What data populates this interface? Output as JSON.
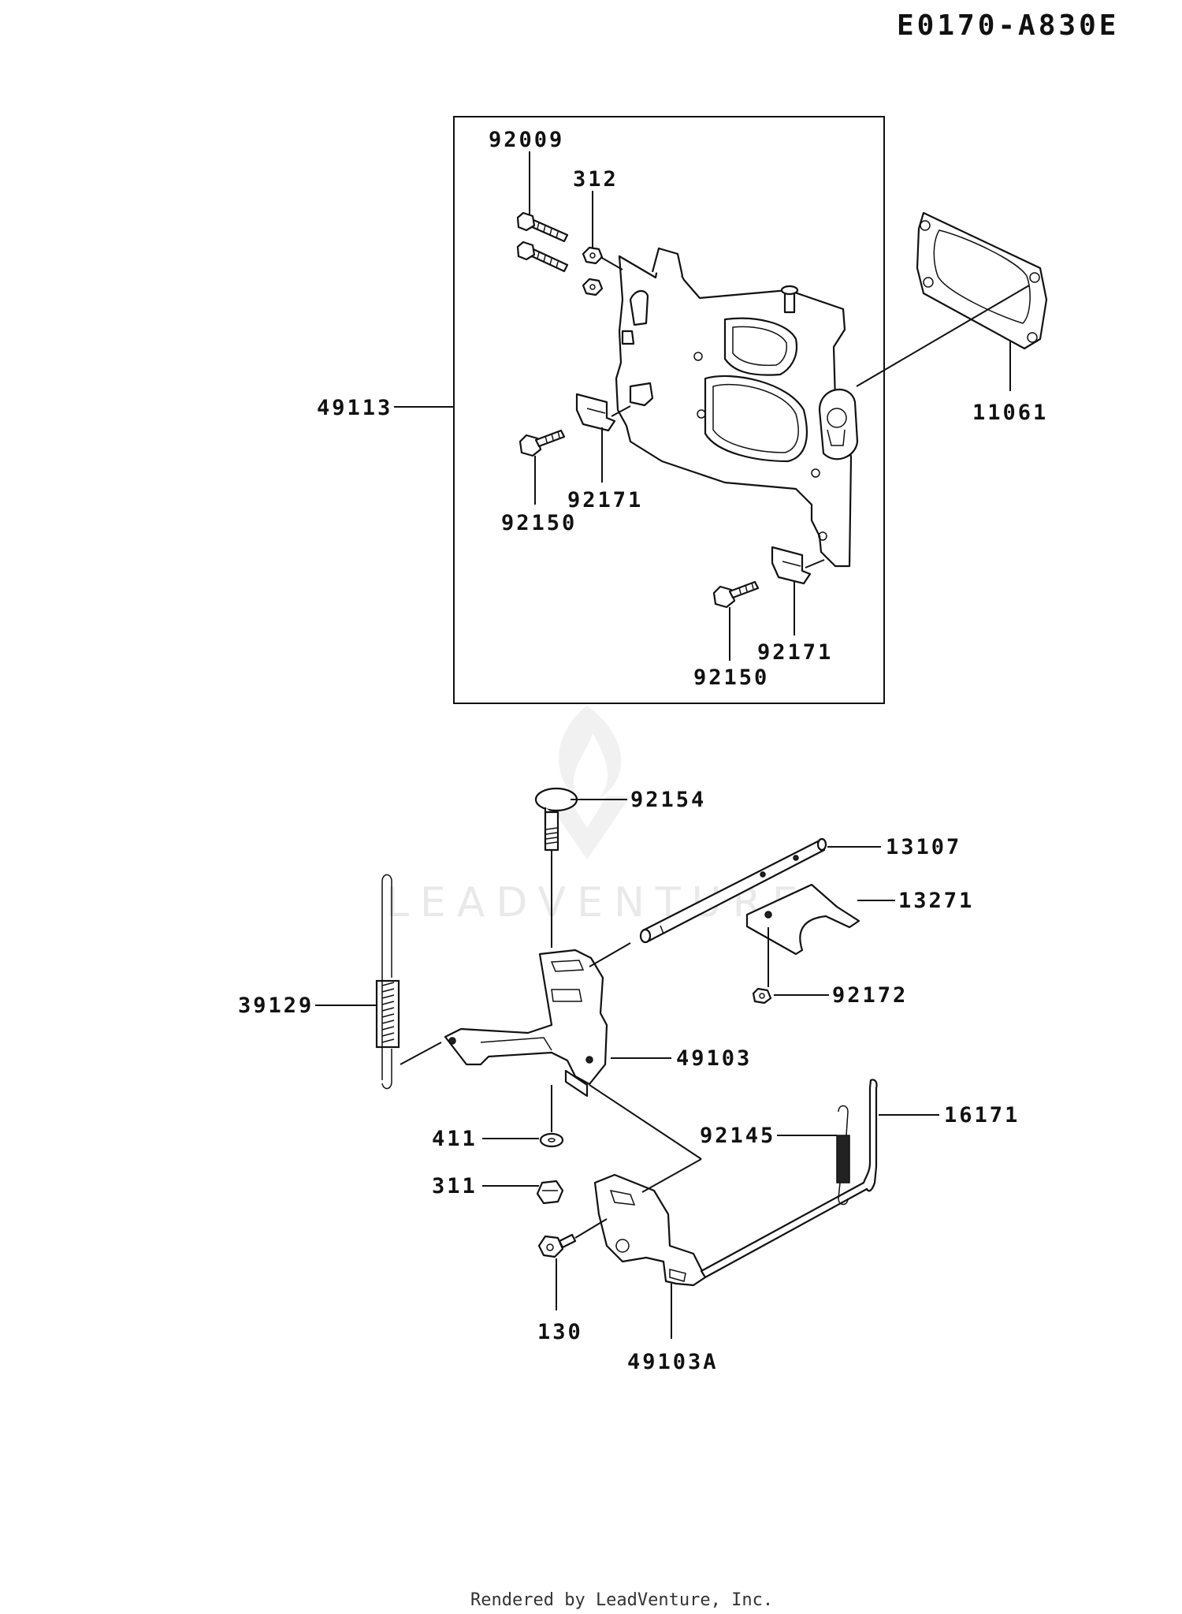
{
  "diagram_code": "E0170-A830E",
  "watermark": "LEADVENTURE",
  "footer": "Rendered by LeadVenture, Inc.",
  "callouts": {
    "p92009": "92009",
    "p312": "312",
    "p49113": "49113",
    "p11061": "11061",
    "p92171a": "92171",
    "p92150a": "92150",
    "p92171b": "92171",
    "p92150b": "92150",
    "p92154": "92154",
    "p13107": "13107",
    "p13271": "13271",
    "p39129": "39129",
    "p92172": "92172",
    "p49103": "49103",
    "p16171": "16171",
    "p411": "411",
    "p92145": "92145",
    "p311": "311",
    "p130": "130",
    "p49103A": "49103A"
  }
}
